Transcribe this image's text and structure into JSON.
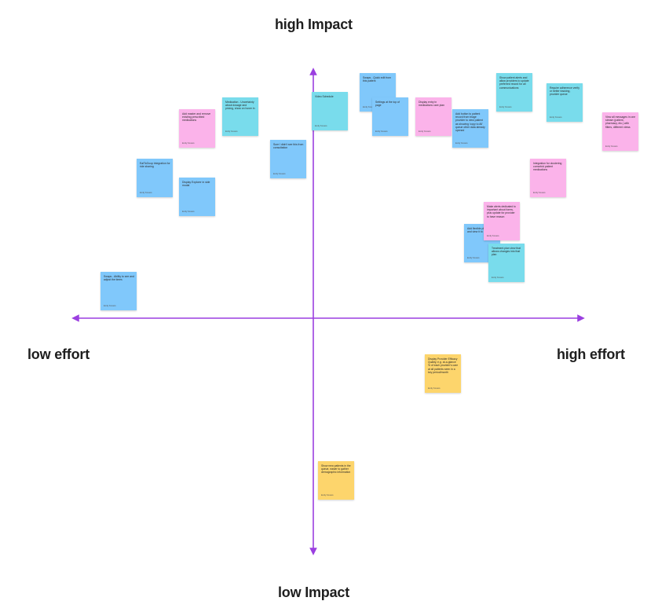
{
  "axes": {
    "top": "high Impact",
    "bottom": "low Impact",
    "left": "low effort",
    "right": "high effort"
  },
  "colors": {
    "axis": "#9b3fe0",
    "blue": "#80c8fb",
    "cyan": "#79dcec",
    "pink": "#fbb3ea",
    "yellow": "#fdd56c"
  },
  "stickies": [
    {
      "color": "blue",
      "text": "Display Explorer in side modal",
      "author": "Emily Kovacs"
    },
    {
      "color": "blue",
      "text": "EatToGoop integration for ride sharing",
      "author": "Emily Kovacs"
    },
    {
      "color": "blue",
      "text": "Swaps - Ability to see and adjust the times",
      "author": "Emily Kovacs"
    },
    {
      "color": "pink",
      "text": "Add master and remove existing prescribed medications",
      "author": "Emily Kovacs"
    },
    {
      "color": "cyan",
      "text": "Medication - Uncertainty about dosage and pricing, show on hover in",
      "author": "Emily Kovacs"
    },
    {
      "color": "blue",
      "text": "Sure I didn't see this from consultation",
      "author": "Emily Kovacs"
    },
    {
      "color": "cyan",
      "text": "Video Schedule",
      "author": "Emily Kovacs"
    },
    {
      "color": "blue",
      "text": "Swaps - Quick edit from this patient",
      "author": "Emily Kovacs"
    },
    {
      "color": "blue",
      "text": "Settings at the top of page",
      "author": "Emily Kovacs"
    },
    {
      "color": "pink",
      "text": "Display entry in medications care plan",
      "author": "Emily Kovacs"
    },
    {
      "color": "blue",
      "text": "Add button to patient record from triage provider to view patient as showing 'copy to All' queue other data already opened",
      "author": "Emily Kovacs"
    },
    {
      "color": "cyan",
      "text": "Show patient alerts and allow providers to update preferred record for all communications",
      "author": "Emily Kovacs"
    },
    {
      "color": "cyan",
      "text": "Require adherence verify or better tracking, provider queue",
      "author": "Emily Kovacs"
    },
    {
      "color": "pink",
      "text": "View all messages in one stream (patient, pharmacy, etc.) with filters, different views",
      "author": "Emily Kovacs"
    },
    {
      "color": "pink",
      "text": "Integration for clustering comorbid patient medications",
      "author": "Emily Kovacs"
    },
    {
      "color": "pink",
      "text": "Make alerts dedicated to important about forms, plus update for provider to have reason",
      "author": "Emily Kovacs"
    },
    {
      "color": "blue",
      "text": "Add flexible plan to order and view it to medications",
      "author": "Emily Kovacs"
    },
    {
      "color": "cyan",
      "text": "Treatment plan view that allows changes into that plan",
      "author": "Emily Kovacs"
    },
    {
      "color": "yellow",
      "text": "Display Provider Efficacy Quality, e.g. at-a-glance % of each provider's care at all patients seen in a key period/month",
      "author": "Emily Kovacs"
    },
    {
      "color": "yellow",
      "text": "Show new patients in the queue, easier to gather demographic information",
      "author": "Emily Kovacs"
    }
  ]
}
